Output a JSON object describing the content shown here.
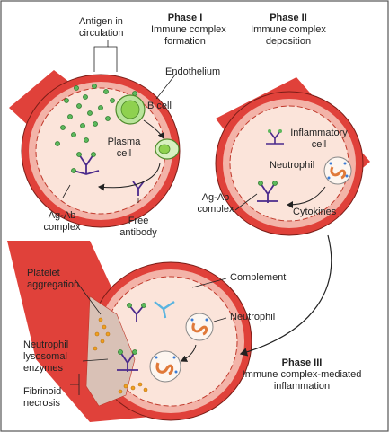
{
  "phase1": {
    "title": "Phase I",
    "desc_line1": "Immune complex",
    "desc_line2": "formation"
  },
  "phase2": {
    "title": "Phase II",
    "desc_line1": "Immune complex",
    "desc_line2": "deposition"
  },
  "phase3": {
    "title": "Phase III",
    "desc_line1": "Immune complex-mediated",
    "desc_line2": "inflammation"
  },
  "labels": {
    "antigen_line1": "Antigen in",
    "antigen_line2": "circulation",
    "endothelium": "Endothelium",
    "b_cell": "B cell",
    "plasma_line1": "Plasma",
    "plasma_line2": "cell",
    "agab1_line1": "Ag-Ab",
    "agab1_line2": "complex",
    "free_line1": "Free",
    "free_line2": "antibody",
    "inflam_line1": "Inflammatory",
    "inflam_line2": "cell",
    "neutrophil2": "Neutrophil",
    "agab2_line1": "Ag-Ab",
    "agab2_line2": "complex",
    "cytokines": "Cytokines",
    "platelet_line1": "Platelet",
    "platelet_line2": "aggregation",
    "complement": "Complement",
    "neutrophil3": "Neutrophil",
    "lyso_line1": "Neutrophil",
    "lyso_line2": "lysosomal",
    "lyso_line3": "enzymes",
    "fibrinoid_line1": "Fibrinoid",
    "fibrinoid_line2": "necrosis"
  },
  "colors": {
    "vessel_outer": "#e0413a",
    "vessel_wall": "#f3b3a8",
    "lumen": "#fbe4da",
    "antigen": "#3aa03c",
    "antibody": "#4b2a8c",
    "platelet": "#f0a020"
  }
}
